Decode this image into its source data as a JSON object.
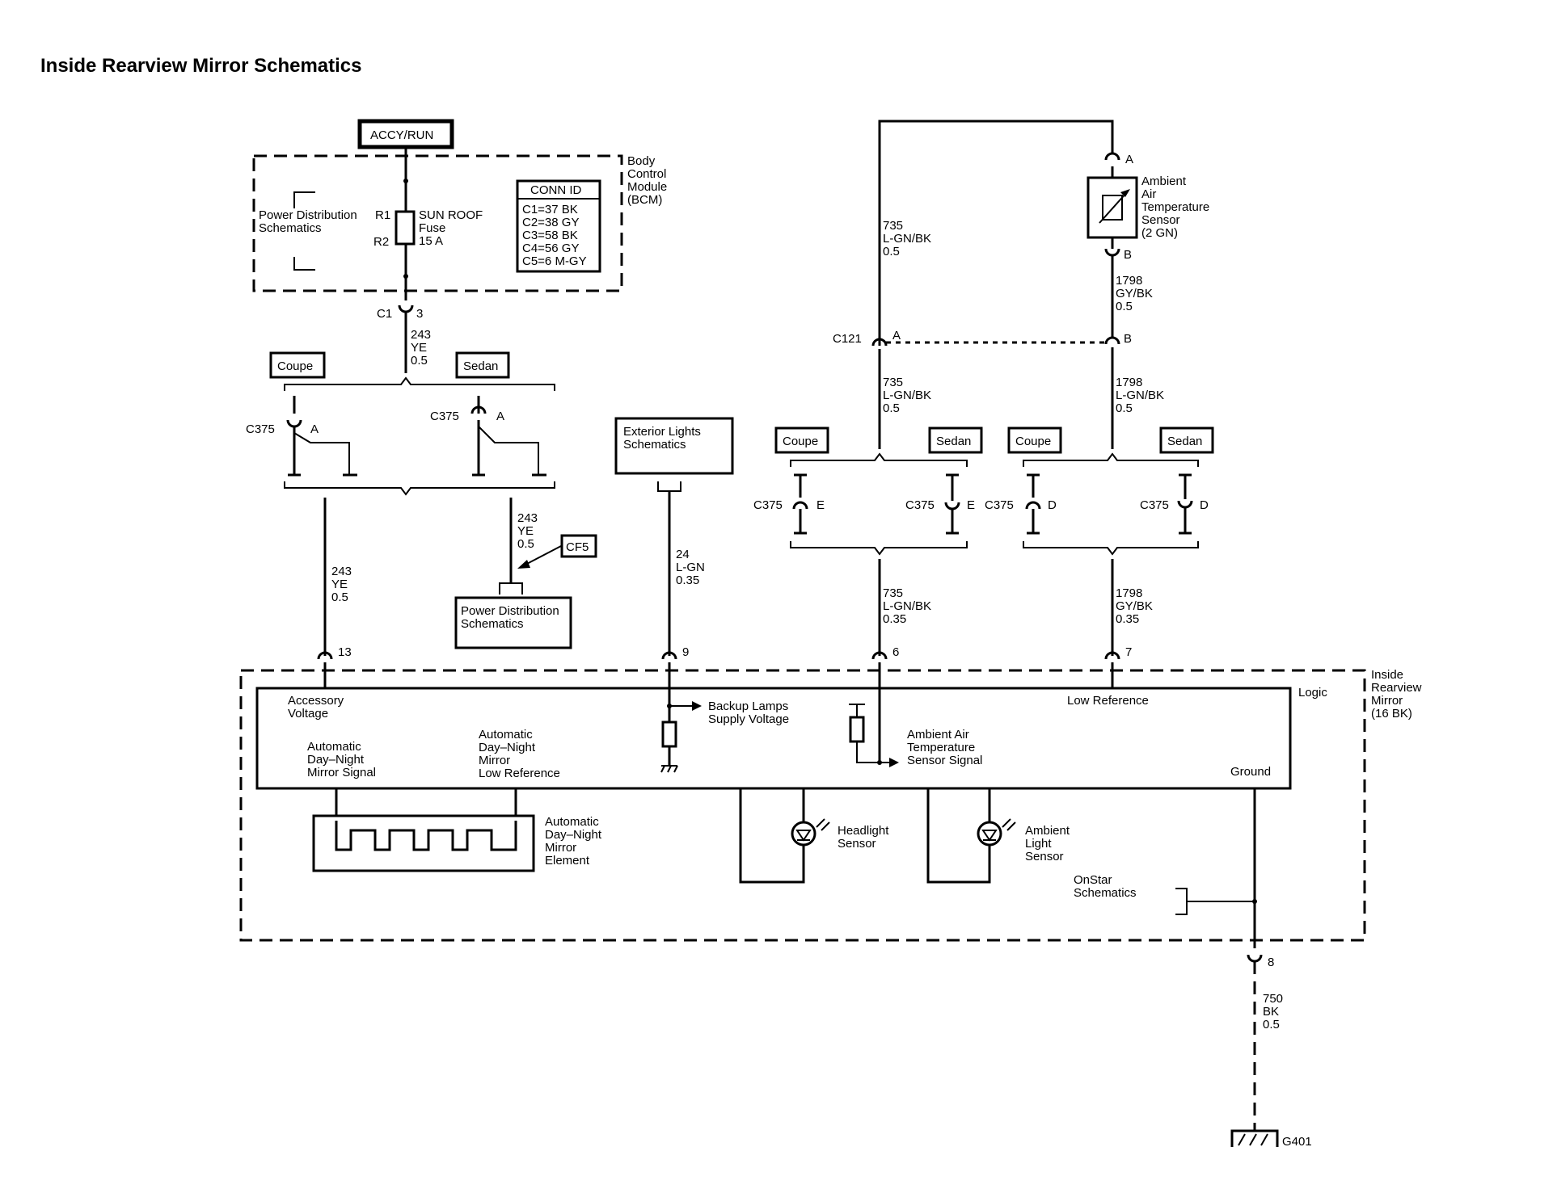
{
  "title": "Inside Rearview Mirror Schematics",
  "power": {
    "label": "ACCY/RUN"
  },
  "bcm": {
    "name_lines": [
      "Body",
      "Control",
      "Module",
      "(BCM)"
    ],
    "pd_lines": [
      "Power Distribution",
      "Schematics"
    ],
    "r1": "R1",
    "r2": "R2",
    "fuse_lines": [
      "SUN ROOF",
      "Fuse",
      "15 A"
    ],
    "conn_header": "CONN ID",
    "conn_rows": [
      "C1=37 BK",
      "C2=38 GY",
      "C3=58 BK",
      "C4=56 GY",
      "C5=6 M-GY"
    ]
  },
  "connectors": {
    "c1": "C1",
    "c1_pin": "3",
    "c375": "C375",
    "c121": "C121",
    "pin_a": "A",
    "pin_b": "B",
    "pin_d": "D",
    "pin_e": "E",
    "mirror_pins": [
      "13",
      "9",
      "6",
      "7",
      "8"
    ]
  },
  "options": {
    "coupe": "Coupe",
    "sedan": "Sedan"
  },
  "wires": {
    "w243_05": [
      "243",
      "YE",
      "0.5"
    ],
    "w24": [
      "24",
      "L-GN",
      "0.35"
    ],
    "w735_05": [
      "735",
      "L-GN/BK",
      "0.5"
    ],
    "w735_035": [
      "735",
      "L-GN/BK",
      "0.35"
    ],
    "w1798_gy_05": [
      "1798",
      "GY/BK",
      "0.5"
    ],
    "w1798_lgn_05": [
      "1798",
      "L-GN/BK",
      "0.5"
    ],
    "w1798_035": [
      "1798",
      "GY/BK",
      "0.35"
    ],
    "w750": [
      "750",
      "BK",
      "0.5"
    ]
  },
  "cf5": "CF5",
  "refs": {
    "pd_lines": [
      "Power Distribution",
      "Schematics"
    ],
    "ext_lines": [
      "Exterior Lights",
      "Schematics"
    ],
    "onstar_lines": [
      "OnStar",
      "Schematics"
    ]
  },
  "sensor": {
    "lines": [
      "Ambient",
      "Air",
      "Temperature",
      "Sensor",
      "(2 GN)"
    ]
  },
  "mirror": {
    "name_lines": [
      "Inside",
      "Rearview",
      "Mirror",
      "(16 BK)"
    ],
    "logic": "Logic",
    "accessory_lines": [
      "Accessory",
      "Voltage"
    ],
    "adn_signal_lines": [
      "Automatic",
      "Day–Night",
      "Mirror Signal"
    ],
    "adn_lowref_lines": [
      "Automatic",
      "Day–Night",
      "Mirror",
      "Low Reference"
    ],
    "backup_lines": [
      "Backup Lamps",
      "Supply Voltage"
    ],
    "aat_signal_lines": [
      "Ambient Air",
      "Temperature",
      "Sensor Signal"
    ],
    "low_reference": "Low Reference",
    "ground": "Ground",
    "element_lines": [
      "Automatic",
      "Day–Night",
      "Mirror",
      "Element"
    ],
    "headlight_lines": [
      "Headlight",
      "Sensor"
    ],
    "ambient_light_lines": [
      "Ambient",
      "Light",
      "Sensor"
    ]
  },
  "ground_label": "G401"
}
